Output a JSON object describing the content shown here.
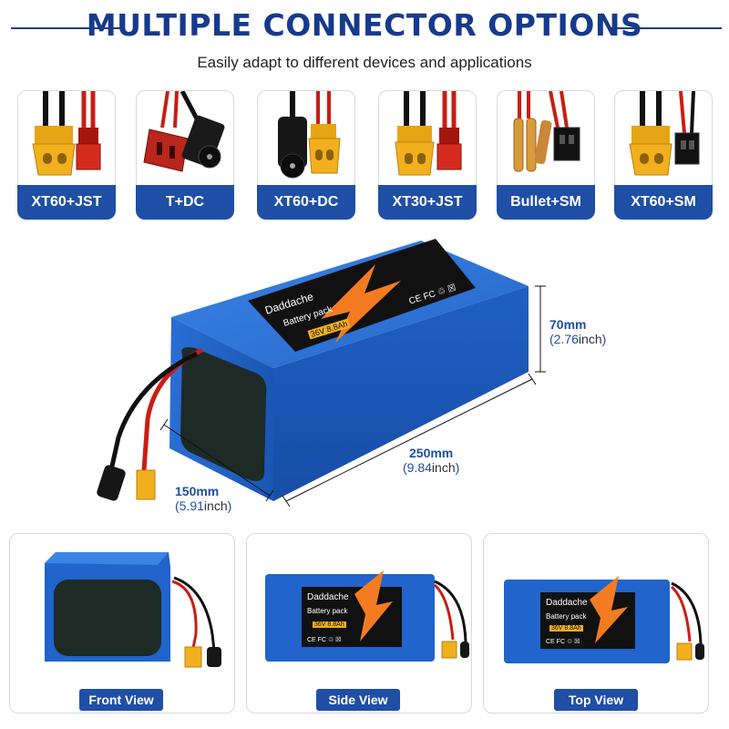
{
  "header": {
    "title": "MULTIPLE CONNECTOR OPTIONS",
    "subtitle": "Easily adapt to different devices and applications"
  },
  "connectors": [
    {
      "label": "XT60+JST"
    },
    {
      "label": "T+DC"
    },
    {
      "label": "XT60+DC"
    },
    {
      "label": "XT30+JST"
    },
    {
      "label": "Bullet+SM"
    },
    {
      "label": "XT60+SM"
    }
  ],
  "battery": {
    "brand": "Daddache",
    "product": "Battery pack",
    "rating": "36V 8.8Ah",
    "cert_marks": "CE FC ♲ ☒"
  },
  "dimensions": {
    "height_mm": "70mm",
    "height_in": "2.76",
    "length_mm": "250mm",
    "length_in": "9.84",
    "width_mm": "150mm",
    "width_in": "5.91",
    "inch_unit": "inch"
  },
  "views": [
    {
      "label": "Front View"
    },
    {
      "label": "Side View"
    },
    {
      "label": "Top View"
    }
  ],
  "colors": {
    "navy": "#163a8c",
    "accent_blue": "#1f4fa6",
    "battery_blue": "#1f63c9",
    "connector_yellow": "#f2b01e",
    "connector_red": "#d62b1f"
  }
}
